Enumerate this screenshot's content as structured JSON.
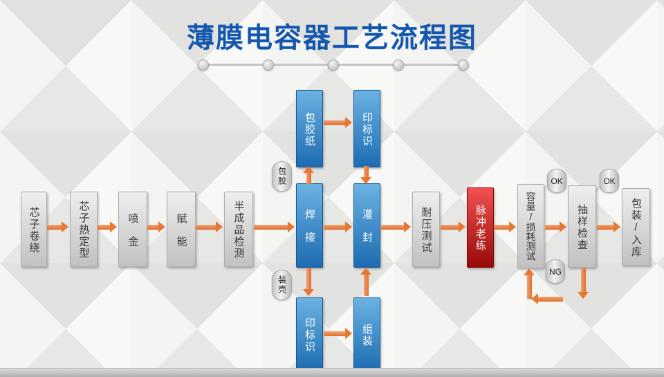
{
  "title": "薄膜电容器工艺流程图",
  "palette": {
    "title_blue": "#1457ae",
    "box_gray": "#d6d6d6",
    "box_blue": "#2e7cbe",
    "box_red": "#c40f0f",
    "arrow_orange": "#e67832"
  },
  "flow": {
    "main": [
      {
        "label": "芯子卷绕"
      },
      {
        "label": "芯子热定型"
      },
      {
        "label": "喷金"
      },
      {
        "label": "赋能"
      },
      {
        "label": "半成品检测"
      },
      {
        "label": "焊接"
      },
      {
        "label": "灌封"
      },
      {
        "label": "耐压测试"
      },
      {
        "label": "脉冲老练"
      },
      {
        "label": "容量/损耗测试"
      },
      {
        "label": "抽样检查"
      },
      {
        "label": "包装/入库"
      }
    ],
    "top_branch": [
      {
        "label": "包胶纸"
      },
      {
        "label": "印标识"
      }
    ],
    "bottom_branch": [
      {
        "label": "印标识"
      },
      {
        "label": "组装"
      }
    ],
    "tags": {
      "glue": "包胶",
      "case": "装壳",
      "ok1": "OK",
      "ok2": "OK",
      "ng": "NG"
    }
  }
}
